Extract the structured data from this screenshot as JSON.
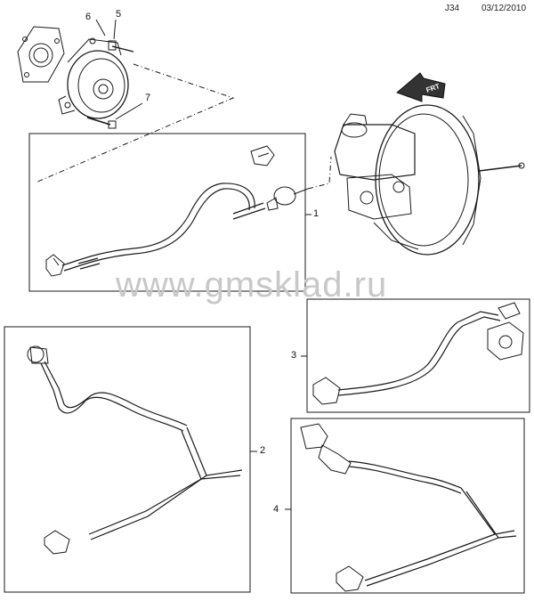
{
  "header": {
    "ref_code": "J34",
    "date": "03/12/2010"
  },
  "watermark": "www.gmsklad.ru",
  "callouts": [
    {
      "id": "1",
      "label": "1"
    },
    {
      "id": "2",
      "label": "2"
    },
    {
      "id": "3",
      "label": "3"
    },
    {
      "id": "4",
      "label": "4"
    },
    {
      "id": "5",
      "label": "5"
    },
    {
      "id": "6",
      "label": "6"
    },
    {
      "id": "7",
      "label": "7"
    }
  ],
  "direction_arrow": {
    "label": "FRT"
  },
  "colors": {
    "line": "#1a1a1a",
    "watermark": "#c8c8c8",
    "background": "#ffffff"
  }
}
